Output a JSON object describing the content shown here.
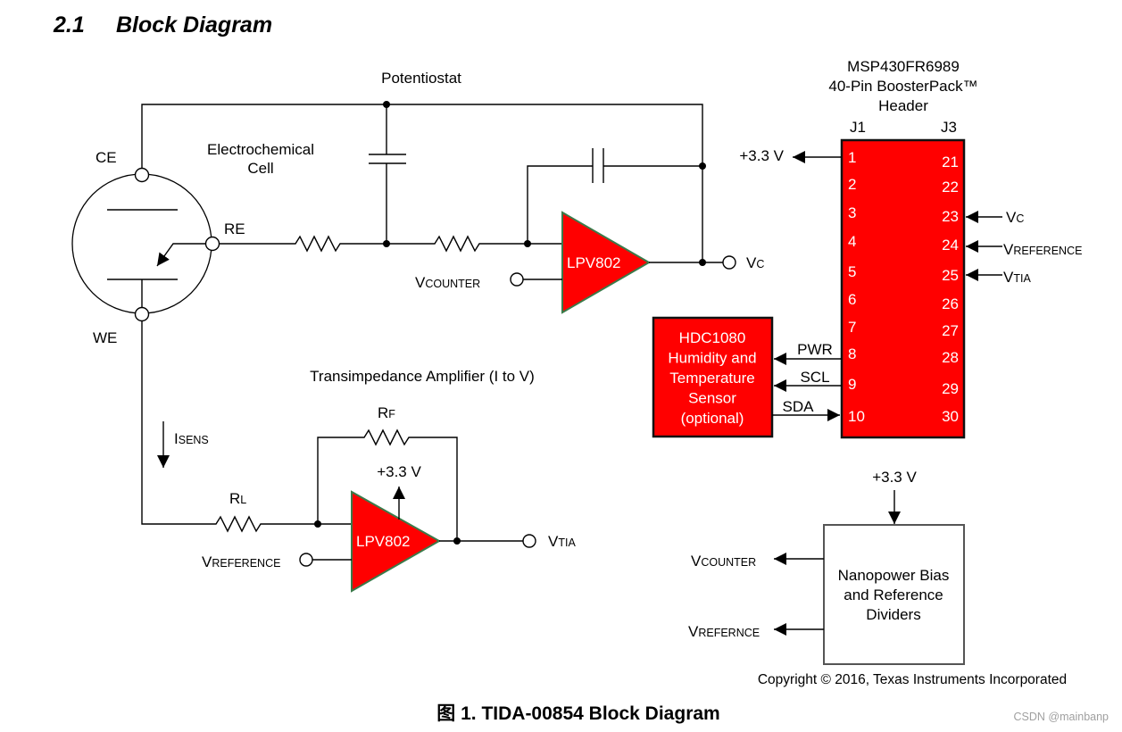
{
  "section": {
    "number": "2.1",
    "title": "Block Diagram"
  },
  "potentiostat": {
    "title": "Potentiostat",
    "cell_label_line1": "Electrochemical",
    "cell_label_line2": "Cell",
    "electrodes": {
      "ce": "CE",
      "re": "RE",
      "we": "WE"
    },
    "amp_label": "LPV802",
    "input_label_main": "V",
    "input_label_sub": "COUNTER",
    "output_label_main": "V",
    "output_label_sub": "C"
  },
  "tia": {
    "title": "Transimpedance Amplifier (I to V)",
    "current_main": "I",
    "current_sub": "SENS",
    "rl_main": "R",
    "rl_sub": "L",
    "rf_main": "R",
    "rf_sub": "F",
    "supply": "+3.3 V",
    "amp_label": "LPV802",
    "input_label_main": "V",
    "input_label_sub": "REFERENCE",
    "output_label_main": "V",
    "output_label_sub": "TIA"
  },
  "header": {
    "title_line1": "MSP430FR6989",
    "title_line2": "40-Pin BoosterPack™",
    "title_line3": "Header",
    "j1_label": "J1",
    "j3_label": "J3",
    "j1_pins": [
      "1",
      "2",
      "3",
      "4",
      "5",
      "6",
      "7",
      "8",
      "9",
      "10"
    ],
    "j3_pins": [
      "21",
      "22",
      "23",
      "24",
      "25",
      "26",
      "27",
      "28",
      "29",
      "30"
    ],
    "pin1_signal": "+3.3 V",
    "pin23_main": "V",
    "pin23_sub": "C",
    "pin24_main": "V",
    "pin24_sub": "REFERENCE",
    "pin25_main": "V",
    "pin25_sub": "TIA"
  },
  "sensor": {
    "lines": [
      "HDC1080",
      "Humidity and",
      "Temperature",
      "Sensor",
      "(optional)"
    ],
    "pwr": "PWR",
    "scl": "SCL",
    "sda": "SDA"
  },
  "bias": {
    "supply": "+3.3 V",
    "lines": [
      "Nanopower Bias",
      "and Reference",
      "Dividers"
    ],
    "out1_main": "V",
    "out1_sub": "COUNTER",
    "out2_main": "V",
    "out2_sub": "REFERNCE"
  },
  "copyright": "Copyright © 2016, Texas Instruments Incorporated",
  "caption": "图 1. TIDA-00854 Block Diagram",
  "watermark": "CSDN @mainbanp",
  "colors": {
    "block_red": "#ff0000",
    "amp_outline": "#3b7a4a",
    "text": "#000000",
    "watermark": "#a0a0a0"
  }
}
